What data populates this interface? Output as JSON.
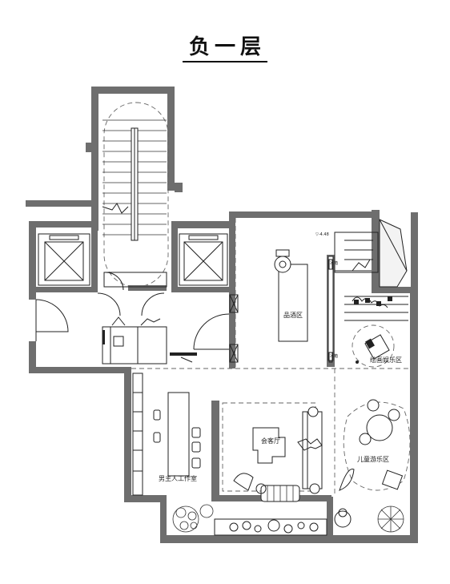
{
  "title": "负一层",
  "rooms": {
    "tasting": "品酒区",
    "painting": "绘画娱乐区",
    "lounge": "会客厅",
    "kids": "儿童游乐区",
    "studio": "男主人工作室"
  },
  "annotations": {
    "elevation": "▽-4.48",
    "cabinet_a": "冰箱",
    "cabinet_b": "冰箱"
  }
}
